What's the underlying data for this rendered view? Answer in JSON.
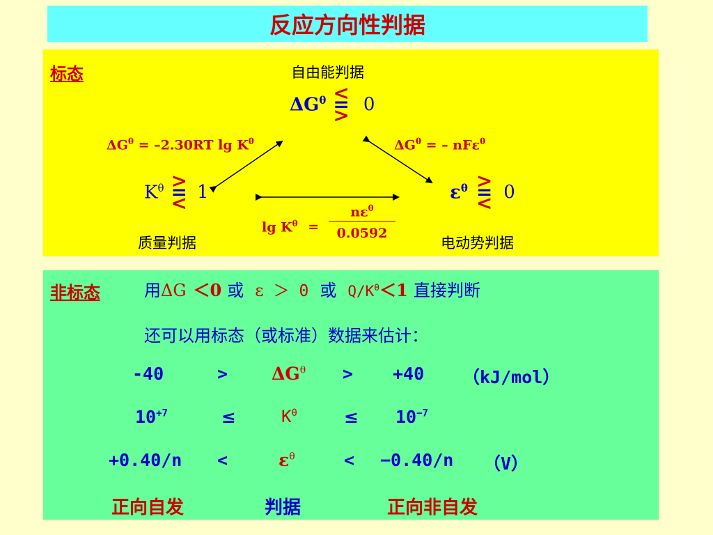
{
  "title": "反应方向性判据",
  "standard": {
    "label": "标态",
    "free_energy_label": "自由能判据",
    "center_delta": "ΔG",
    "center_sup": "θ",
    "center_rel": [
      "<",
      "=",
      ">"
    ],
    "center_value": "0",
    "left_formula": "ΔG",
    "left_sup": "θ",
    "left_formula_rest": "= –2.30RT lg K",
    "left_formula_sup2": "θ",
    "right_formula": "ΔG",
    "right_formula_sup": "θ",
    "right_formula_rest": " = – nFε",
    "right_formula_sup2": "θ",
    "k_symbol": "K",
    "k_sup": "θ",
    "k_rel": [
      ">",
      "=",
      "<"
    ],
    "k_value": "1",
    "eps_symbol": "ε",
    "eps_sup": "θ",
    "eps_rel": [
      ">",
      "=",
      "<"
    ],
    "eps_value": "0",
    "bottom_formula_left": "lg K",
    "bottom_formula_sup": "θ",
    "bottom_formula_eq": "=",
    "bottom_num": "nε",
    "bottom_num_sup": "θ",
    "bottom_den": "0.0592",
    "mass_label": "质量判据",
    "emf_label": "电动势判据"
  },
  "nonstandard": {
    "label": "非标态",
    "line1": {
      "use": "用",
      "dg": "ΔG",
      "lt0": "＜0",
      "or1": "或",
      "eps": "ε",
      "gt0": "＞ 0",
      "or2": "或",
      "qk": "Q/K",
      "qk_sup": "θ",
      "lt1": "＜1",
      "tail": "直接判断"
    },
    "line2": "还可以用标态（或标准）数据来估计：",
    "row1": {
      "a": "-40",
      "op1": ">",
      "sym": "ΔG",
      "sup": "θ",
      "op2": ">",
      "b": "+40",
      "unit": "（kJ/mol）"
    },
    "row2": {
      "a": "10",
      "a_sup": "+7",
      "op1": "≤",
      "sym": "K",
      "sup": "θ",
      "op2": "≤",
      "b": "10",
      "b_sup": "−7"
    },
    "row3": {
      "a": "+0.40/n",
      "op1": "<",
      "sym": "ε",
      "sup": "θ",
      "op2": "<",
      "b": "−0.40/n",
      "unit": "（V）"
    },
    "row4": {
      "a": "正向自发",
      "mid": "判据",
      "b": "正向非自发"
    }
  },
  "colors": {
    "title_bar": "#66ffff",
    "std_panel": "#ffff00",
    "nonstd_panel": "#66ff99",
    "red": "#cc0000",
    "blue": "#0000cc",
    "background": "#ffffcc"
  }
}
